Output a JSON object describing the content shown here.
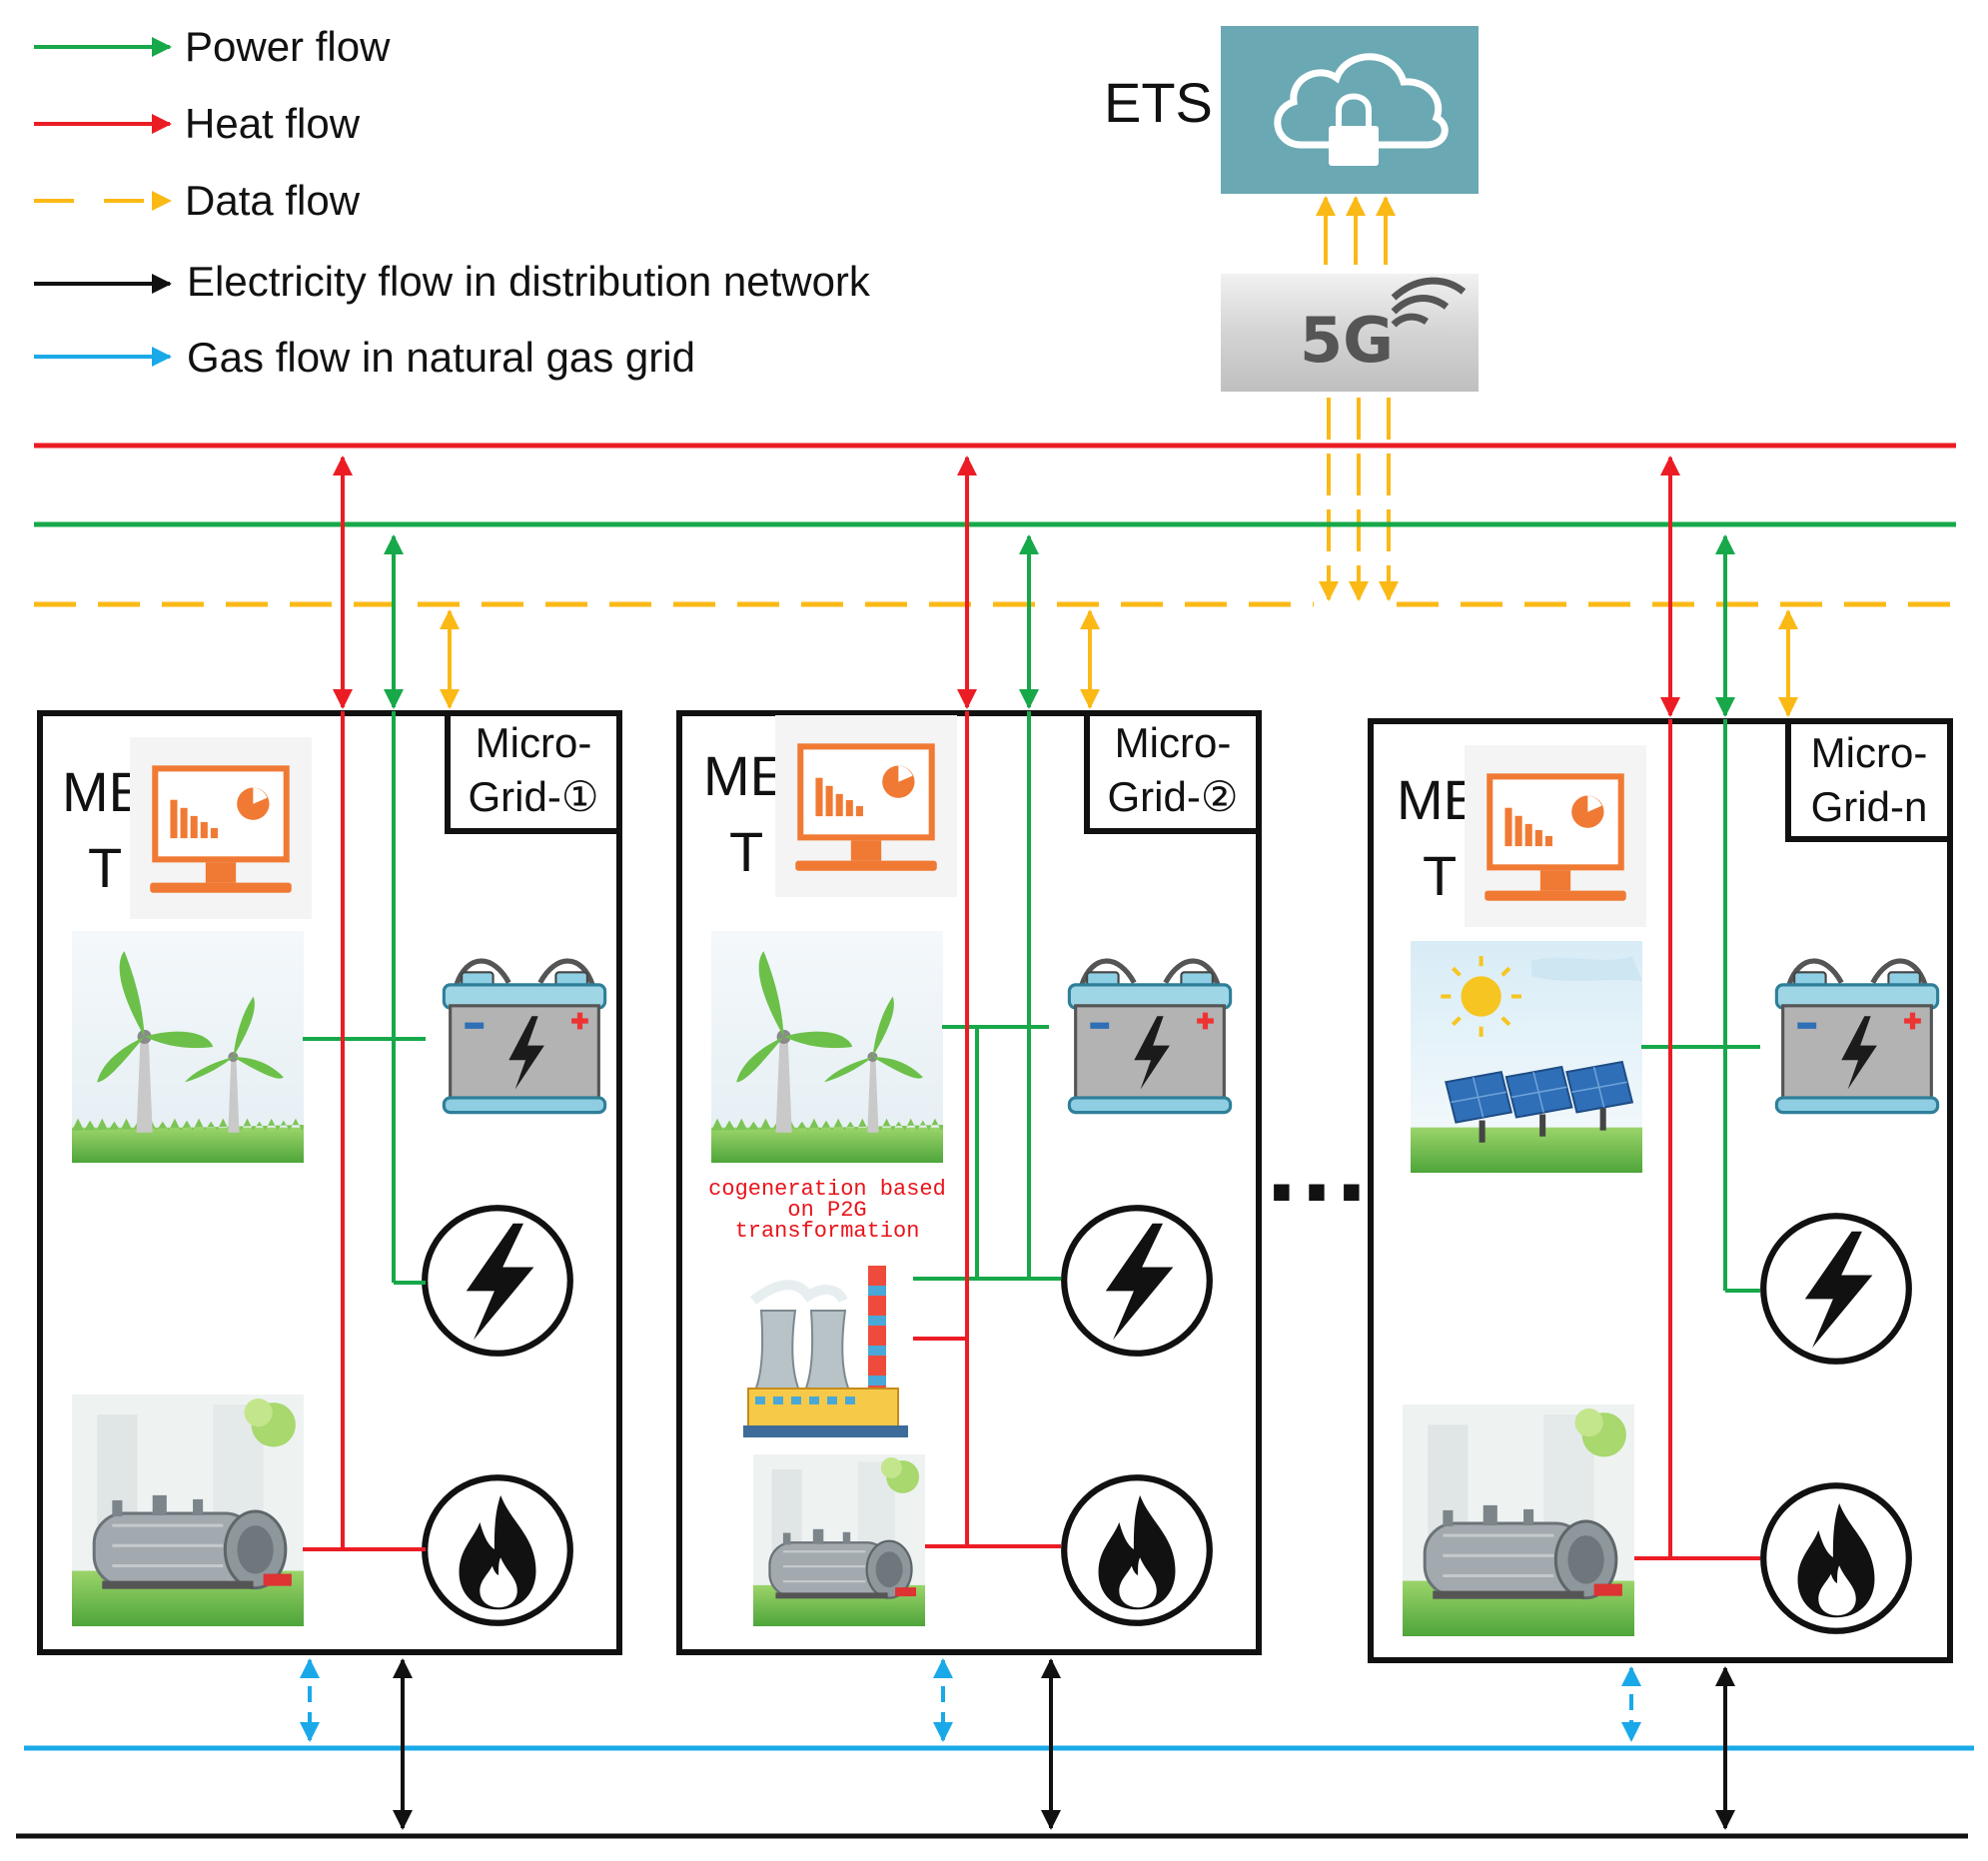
{
  "legend": [
    {
      "label": "Power flow",
      "color": "#17a84a",
      "style": "solid"
    },
    {
      "label": "Heat flow",
      "color": "#ec1c24",
      "style": "solid"
    },
    {
      "label": "Data flow",
      "color": "#fbb916",
      "style": "dashed"
    },
    {
      "label": "Electricity flow in distribution network",
      "color": "#111111",
      "style": "solid"
    },
    {
      "label": "Gas flow in natural gas grid",
      "color": "#1aa9e8",
      "style": "solid"
    }
  ],
  "ets": {
    "label": "ETS",
    "icon": "cloud-lock-icon"
  },
  "network": {
    "label": "5G",
    "icon": "wifi-signal-icon"
  },
  "microgrids": [
    {
      "title_line1": "Micro-",
      "title_line2": "Grid-①",
      "met_line1": "ME",
      "met_line2": "T",
      "source_icon": "wind-turbine-icon"
    },
    {
      "title_line1": "Micro-",
      "title_line2": "Grid-②",
      "met_line1": "ME",
      "met_line2": "T",
      "source_icon": "wind-turbine-icon",
      "cogen_line1": "cogeneration based",
      "cogen_line2": "on P2G",
      "cogen_line3": "transformation"
    },
    {
      "title_line1": "Micro-",
      "title_line2": "Grid-n",
      "met_line1": "ME",
      "met_line2": "T",
      "source_icon": "solar-panel-icon"
    }
  ],
  "ellipsis": "…",
  "colors": {
    "power": "#17a84a",
    "heat": "#ec1c24",
    "data": "#fbb916",
    "electric": "#111111",
    "gas": "#1aa9e8",
    "ets_bg": "#6aa8b3",
    "boiler_icon": "#f07a34"
  }
}
